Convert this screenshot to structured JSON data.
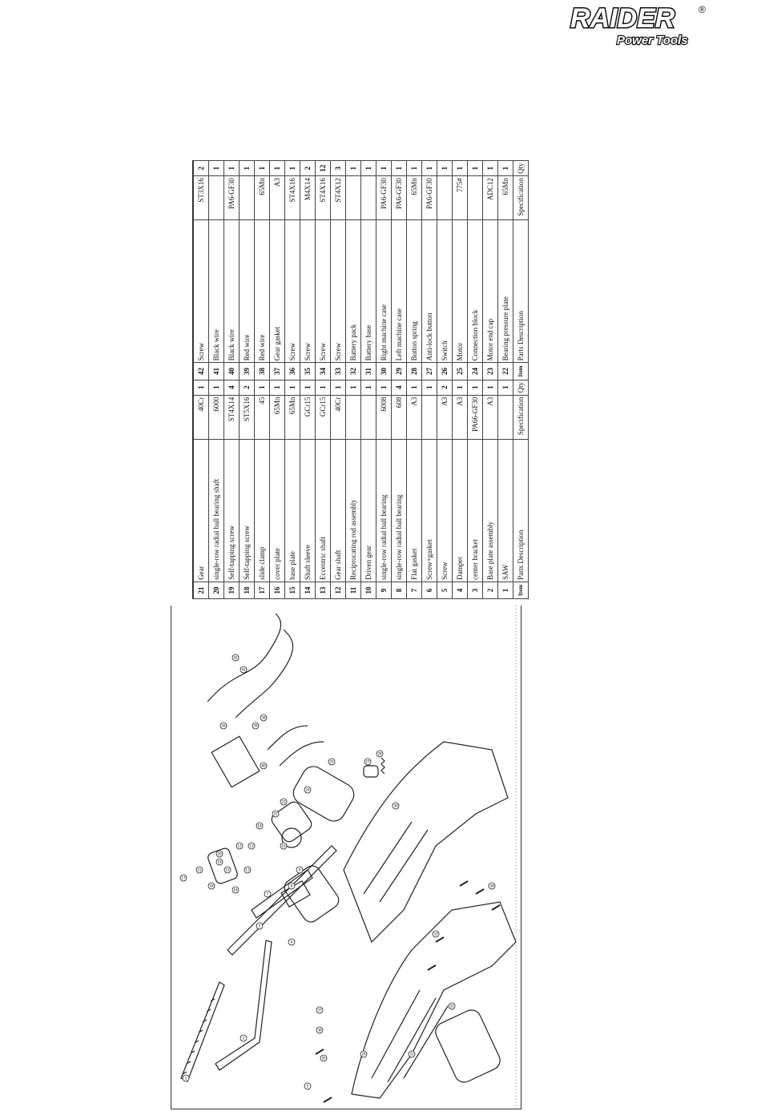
{
  "brand": {
    "name": "RAIDER",
    "tagline": "Power Tools",
    "registered": "®"
  },
  "table": {
    "left_header": {
      "item": "Item",
      "description": "Parts Description",
      "specification": "Specification",
      "qty": "Qty"
    },
    "right_header": {
      "item": "Item",
      "description": "Parts Description",
      "specification": "Specification",
      "qty": "Qty"
    },
    "rows": [
      {
        "l_no": "21",
        "l_desc": "Gear",
        "l_spec": "40Cr",
        "l_qty": "1",
        "r_no": "42",
        "r_desc": "Screw",
        "r_spec": "ST3X16",
        "r_qty": "2"
      },
      {
        "l_no": "20",
        "l_desc": "single-row radial ball bearing shaft",
        "l_spec": "6000",
        "l_qty": "1",
        "r_no": "41",
        "r_desc": "Black wire",
        "r_spec": "",
        "r_qty": "1"
      },
      {
        "l_no": "19",
        "l_desc": "Self-tapping screw",
        "l_spec": "ST4X14",
        "l_qty": "4",
        "r_no": "40",
        "r_desc": "Black wire",
        "r_spec": "PA6-GF30",
        "r_qty": "1"
      },
      {
        "l_no": "18",
        "l_desc": "Self-tapping screw",
        "l_spec": "ST5X16",
        "l_qty": "2",
        "r_no": "39",
        "r_desc": "Red wire",
        "r_spec": "",
        "r_qty": "1"
      },
      {
        "l_no": "17",
        "l_desc": "slide clamp",
        "l_spec": "45",
        "l_qty": "1",
        "r_no": "38",
        "r_desc": "Red wire",
        "r_spec": "65Mn",
        "r_qty": "1"
      },
      {
        "l_no": "16",
        "l_desc": "cover plate",
        "l_spec": "65Mn",
        "l_qty": "1",
        "r_no": "37",
        "r_desc": "Gear gasket",
        "r_spec": "A3",
        "r_qty": "1"
      },
      {
        "l_no": "15",
        "l_desc": "base plate",
        "l_spec": "65Mn",
        "l_qty": "1",
        "r_no": "36",
        "r_desc": "Screw",
        "r_spec": "ST4X16",
        "r_qty": "1"
      },
      {
        "l_no": "14",
        "l_desc": "Shaft sleeve",
        "l_spec": "GCr15",
        "l_qty": "1",
        "r_no": "35",
        "r_desc": "Screw",
        "r_spec": "M4X14",
        "r_qty": "2"
      },
      {
        "l_no": "13",
        "l_desc": "Eccentric shaft",
        "l_spec": "GCr15",
        "l_qty": "1",
        "r_no": "34",
        "r_desc": "Screw",
        "r_spec": "ST4X16",
        "r_qty": "12"
      },
      {
        "l_no": "12",
        "l_desc": "Gear shaft",
        "l_spec": "40Cr",
        "l_qty": "1",
        "r_no": "33",
        "r_desc": "Screw",
        "r_spec": "ST4X12",
        "r_qty": "3"
      },
      {
        "l_no": "11",
        "l_desc": "Reciprocating rod assembly",
        "l_spec": "",
        "l_qty": "1",
        "r_no": "32",
        "r_desc": "Battery pack",
        "r_spec": "",
        "r_qty": "1"
      },
      {
        "l_no": "10",
        "l_desc": "Driven gear",
        "l_spec": "",
        "l_qty": "1",
        "r_no": "31",
        "r_desc": "Battery base",
        "r_spec": "",
        "r_qty": "1"
      },
      {
        "l_no": "9",
        "l_desc": "single-row radial ball bearing",
        "l_spec": "6008",
        "l_qty": "1",
        "r_no": "30",
        "r_desc": "Right machine case",
        "r_spec": "PA6-GF30",
        "r_qty": "1"
      },
      {
        "l_no": "8",
        "l_desc": "single-row radial ball bearing",
        "l_spec": "608",
        "l_qty": "4",
        "r_no": "29",
        "r_desc": "Left machine case",
        "r_spec": "PA6-GF30",
        "r_qty": "1"
      },
      {
        "l_no": "7",
        "l_desc": "Flat gasket",
        "l_spec": "A3",
        "l_qty": "1",
        "r_no": "28",
        "r_desc": "Button spring",
        "r_spec": "65Mn",
        "r_qty": "1"
      },
      {
        "l_no": "6",
        "l_desc": "Screw+gasket",
        "l_spec": "",
        "l_qty": "1",
        "r_no": "27",
        "r_desc": "Anti-lock button",
        "r_spec": "PA6-GF30",
        "r_qty": "1"
      },
      {
        "l_no": "5",
        "l_desc": "Screw",
        "l_spec": "A3",
        "l_qty": "2",
        "r_no": "26",
        "r_desc": "Switch",
        "r_spec": "",
        "r_qty": "1"
      },
      {
        "l_no": "4",
        "l_desc": "Damper",
        "l_spec": "A3",
        "l_qty": "1",
        "r_no": "25",
        "r_desc": "Motor",
        "r_spec": "775#",
        "r_qty": "1"
      },
      {
        "l_no": "3",
        "l_desc": "center bracket",
        "l_spec": "PA66-GF30",
        "l_qty": "1",
        "r_no": "24",
        "r_desc": "Connection block",
        "r_spec": "",
        "r_qty": "1"
      },
      {
        "l_no": "2",
        "l_desc": "Base plate assembly",
        "l_spec": "A3",
        "l_qty": "1",
        "r_no": "23",
        "r_desc": "Motor end cap",
        "r_spec": "ADC12",
        "r_qty": "1"
      },
      {
        "l_no": "1",
        "l_desc": "SAW",
        "l_spec": "",
        "l_qty": "1",
        "r_no": "22",
        "r_desc": "Bearing pressure plate",
        "r_spec": "65Mn",
        "r_qty": "1"
      }
    ]
  },
  "drawing": {
    "callouts": [
      "1",
      "2",
      "3",
      "4",
      "5",
      "6",
      "7",
      "8",
      "9",
      "10",
      "11",
      "12",
      "13",
      "14",
      "15",
      "16",
      "17",
      "18",
      "19",
      "20",
      "21",
      "22",
      "23",
      "24",
      "25",
      "26",
      "27",
      "28",
      "29",
      "30",
      "31",
      "32",
      "33",
      "34",
      "35",
      "36",
      "37",
      "38",
      "39",
      "40",
      "41",
      "42"
    ]
  }
}
